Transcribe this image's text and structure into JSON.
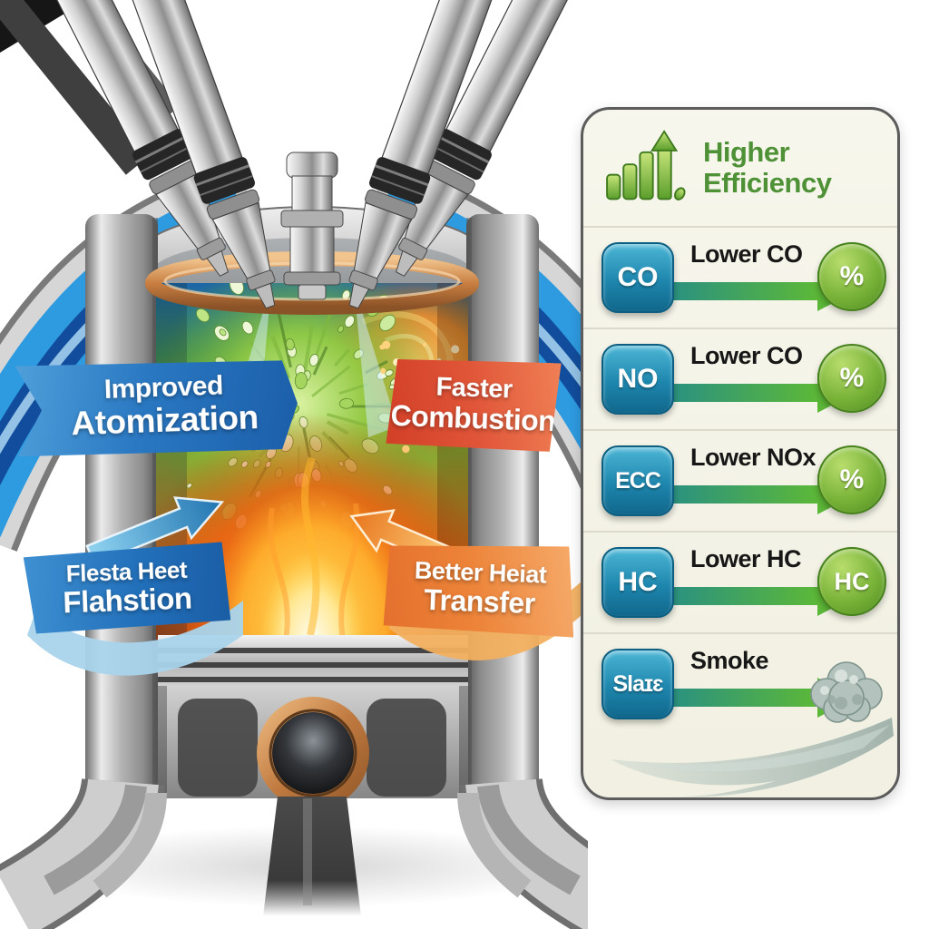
{
  "engine": {
    "callouts": {
      "atomization": {
        "line1": "Improved",
        "line2": "Atomization"
      },
      "combustion": {
        "line1": "Faster",
        "line2": "Combustion"
      },
      "flash": {
        "line1": "Flesta Heet",
        "line2": "Flahstion"
      },
      "transfer": {
        "line1": "Better Heiat",
        "line2": "Transfer"
      }
    },
    "colors": {
      "ribbon_blue": "#2470b8",
      "ribbon_red": "#d84128",
      "ribbon_orange": "#e8762f",
      "intake_blue": "#2e9be0",
      "copper": "#c97f42"
    }
  },
  "panel": {
    "title": {
      "line1": "Higher",
      "line2": "Efficiency"
    },
    "title_color": "#4e9136",
    "icon": "bar-chart-growth-icon",
    "rows": [
      {
        "badge": "CO",
        "label": "Lower CO",
        "result": "%"
      },
      {
        "badge": "NO",
        "label": "Lower CO",
        "result": "%"
      },
      {
        "badge": "ECC",
        "label": "Lower NOx",
        "result": "%"
      },
      {
        "badge": "HC",
        "label": "Lower HC",
        "result": "HC"
      },
      {
        "badge": "Slaɪɛ",
        "label": "Smoke",
        "result": ""
      }
    ],
    "colors": {
      "background": "#f4f3e8",
      "badge_blue": "#1e86ad",
      "arrow_teal": "#2a9180",
      "arrow_green": "#5cb838",
      "circle_green": "#6aa82e"
    }
  }
}
